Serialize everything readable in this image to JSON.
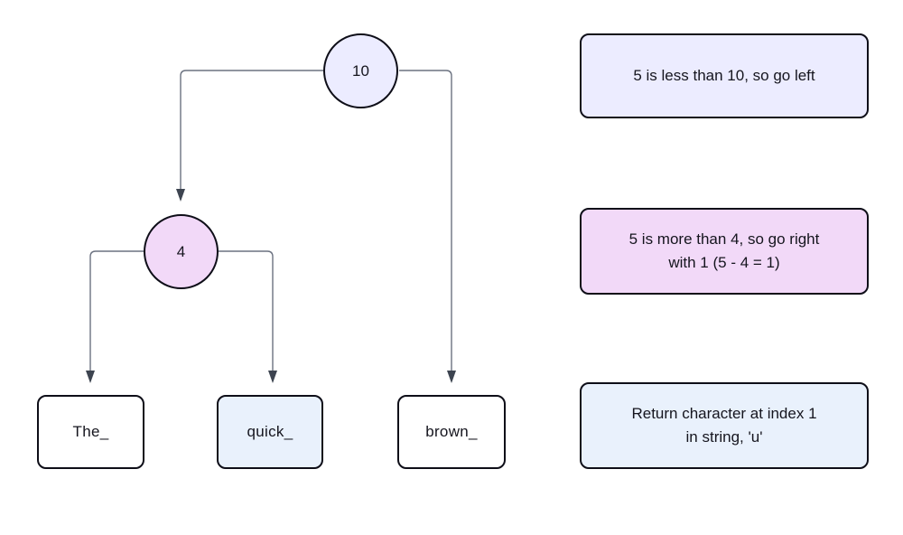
{
  "diagram": {
    "type": "binary-tree-string-index",
    "nodes": {
      "root": {
        "label": "10",
        "shape": "circle",
        "fill": "#ECECFF"
      },
      "mid": {
        "label": "4",
        "shape": "circle",
        "fill": "#F2D9F8"
      },
      "leaf_the": {
        "label": "The_",
        "shape": "rounded-rect",
        "fill": "#FFFFFF"
      },
      "leaf_quick": {
        "label": "quick_",
        "shape": "rounded-rect",
        "fill": "#E9F1FC"
      },
      "leaf_brown": {
        "label": "brown_",
        "shape": "rounded-rect",
        "fill": "#FFFFFF"
      }
    },
    "edges": [
      {
        "from": "10",
        "to": "4",
        "direction": "left"
      },
      {
        "from": "10",
        "to": "brown_",
        "direction": "right"
      },
      {
        "from": "4",
        "to": "The_",
        "direction": "left"
      },
      {
        "from": "4",
        "to": "quick_",
        "direction": "right"
      }
    ],
    "notes": {
      "note1": {
        "line1": "5 is less than 10, so go left",
        "fill": "#ECECFF"
      },
      "note2": {
        "line1": "5 is more than 4, so go right",
        "line2": "with 1 (5 - 4 = 1)",
        "fill": "#F2D9F8"
      },
      "note3": {
        "line1": "Return character at index 1",
        "line2": "in string, 'u'",
        "fill": "#E9F1FC"
      }
    },
    "colors": {
      "edge_line": "#6b7280",
      "arrowhead": "#3d4450",
      "node_border": "#0e0e18",
      "background": "#ffffff"
    }
  }
}
